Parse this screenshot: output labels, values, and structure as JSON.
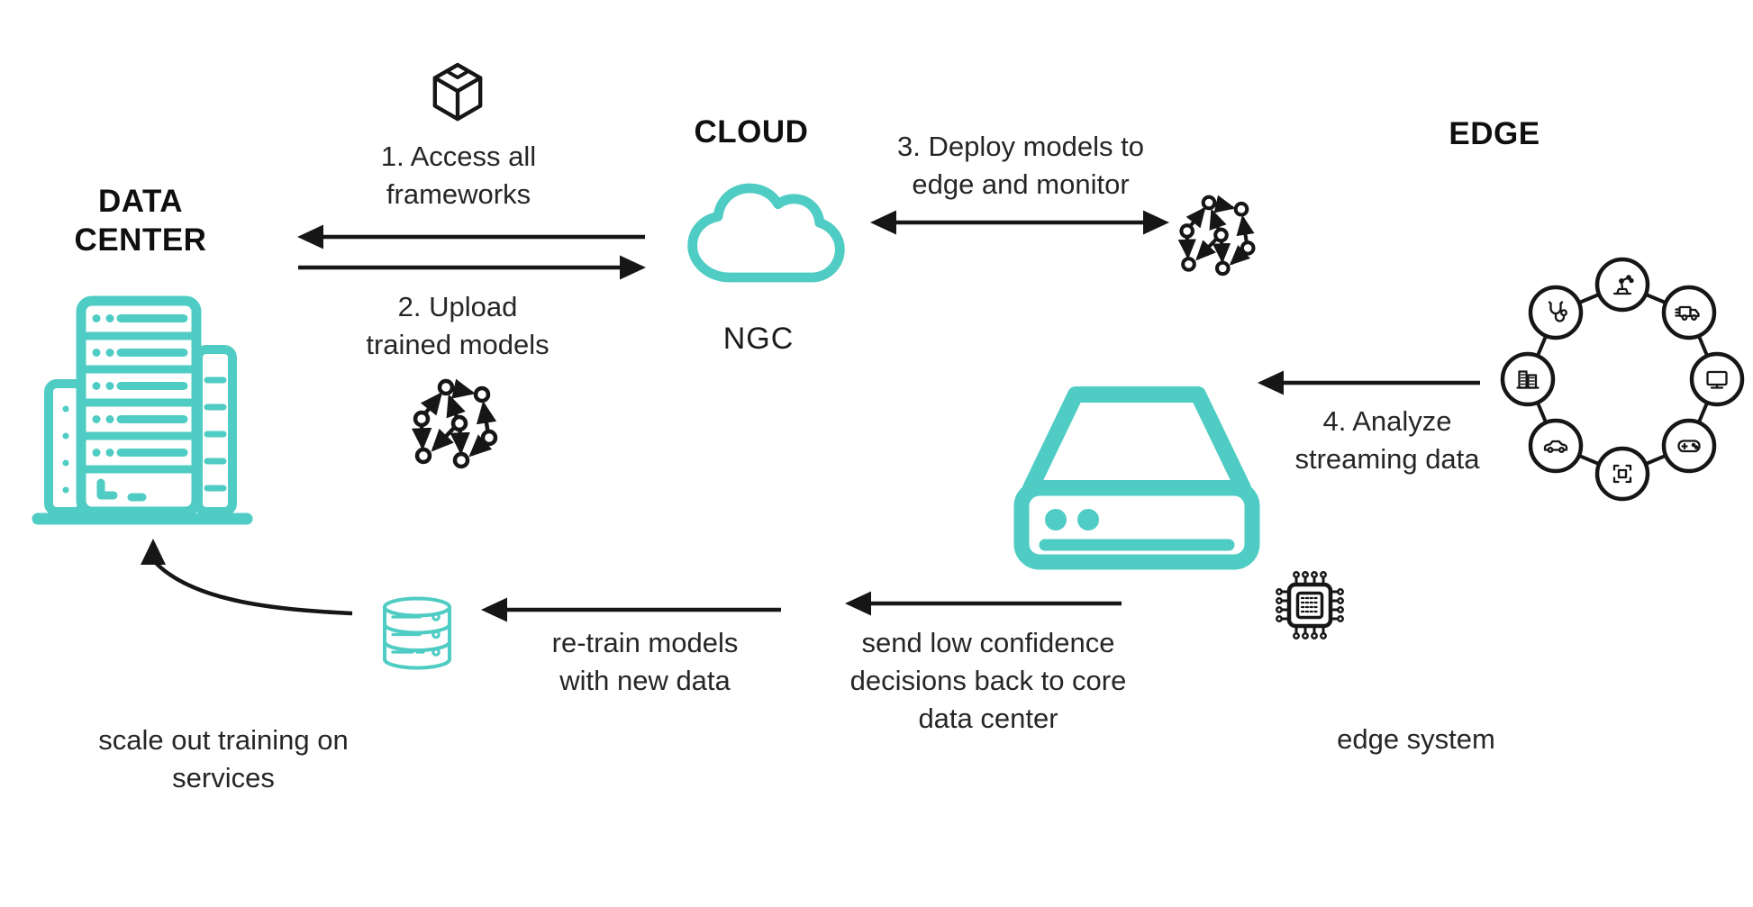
{
  "colors": {
    "teal": "#4fccc3",
    "ink": "#161616"
  },
  "titles": {
    "data_center": "DATA\nCENTER",
    "cloud": "CLOUD",
    "edge": "EDGE"
  },
  "labels": {
    "ngc": "NGC",
    "edge_system": "edge system"
  },
  "steps": {
    "s1": "1. Access all\nframeworks",
    "s2": "2. Upload\ntrained models",
    "s3": "3. Deploy models to\nedge and monitor",
    "s4": "4. Analyze\nstreaming data"
  },
  "flows": {
    "retrain": "re-train models\nwith new data",
    "low_confidence": "send low confidence\ndecisions back to core\ndata center",
    "scale_out": "scale out training on\nservices"
  },
  "icons": {
    "data_center": "server-rack-icon",
    "frameworks": "package-cube-icon",
    "cloud": "cloud-icon",
    "trained_model_left": "node-graph-icon",
    "deployed_model_right": "node-graph-icon",
    "edge_server": "edge-appliance-icon",
    "database": "database-icon",
    "chip": "processor-chip-icon",
    "edge_ring": [
      "robotic-arm-icon",
      "delivery-truck-icon",
      "monitor-icon",
      "game-controller-icon",
      "scan-frame-icon",
      "car-icon",
      "building-icon",
      "stethoscope-icon"
    ]
  }
}
